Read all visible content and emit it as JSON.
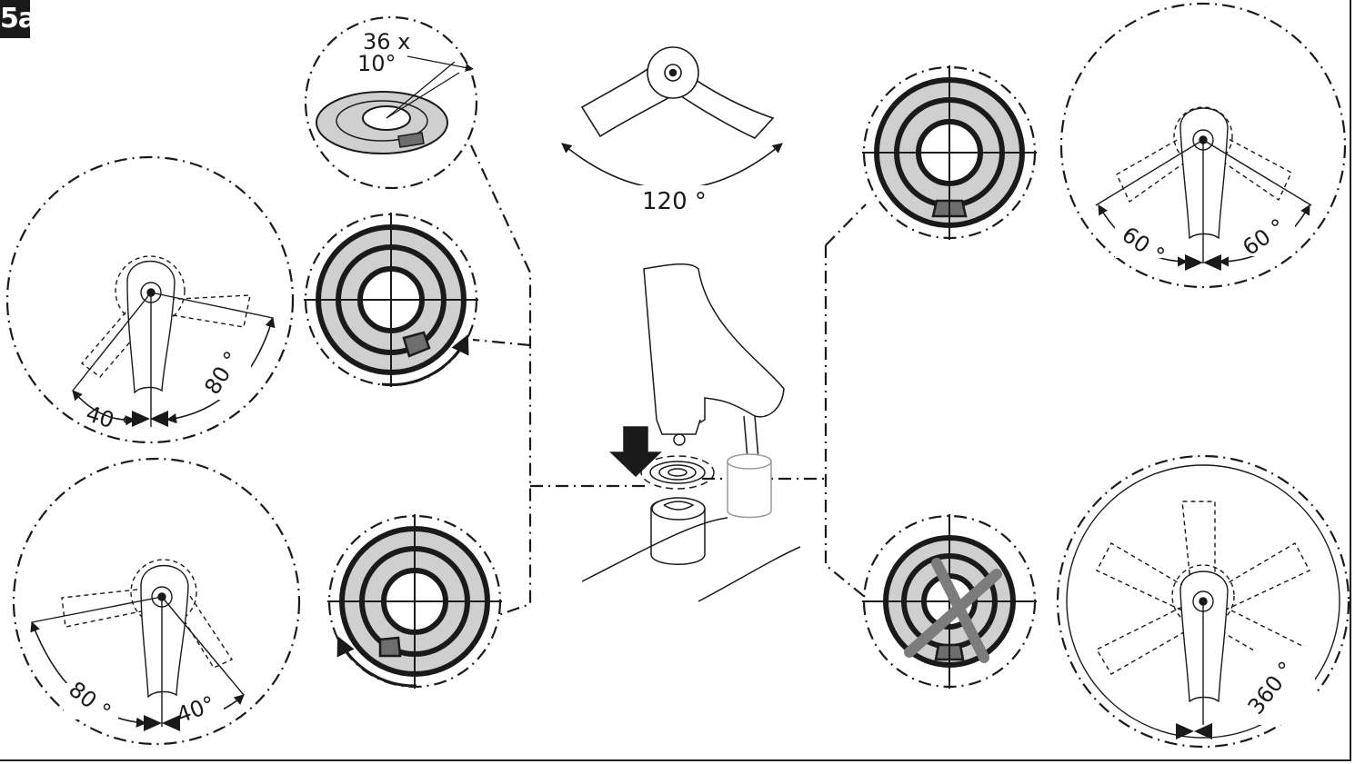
{
  "figure": {
    "label": "5a",
    "ring_angle": {
      "count_text": "36 x",
      "step_text": "10°"
    },
    "spout_rotation": "120 °",
    "handle_top_left": {
      "left": "40 °",
      "right": "80 °"
    },
    "handle_bottom_left": {
      "left": "80 °",
      "right": "40°"
    },
    "handle_top_right": {
      "left": "60 °",
      "right": "60 °"
    },
    "handle_bottom_right": {
      "full": "360 °"
    }
  },
  "colors": {
    "line": "#1a1a1a",
    "ring_fill": "#cfcfcf",
    "tab_fill": "#6e6e6e",
    "cross": "#7c7c7c"
  }
}
